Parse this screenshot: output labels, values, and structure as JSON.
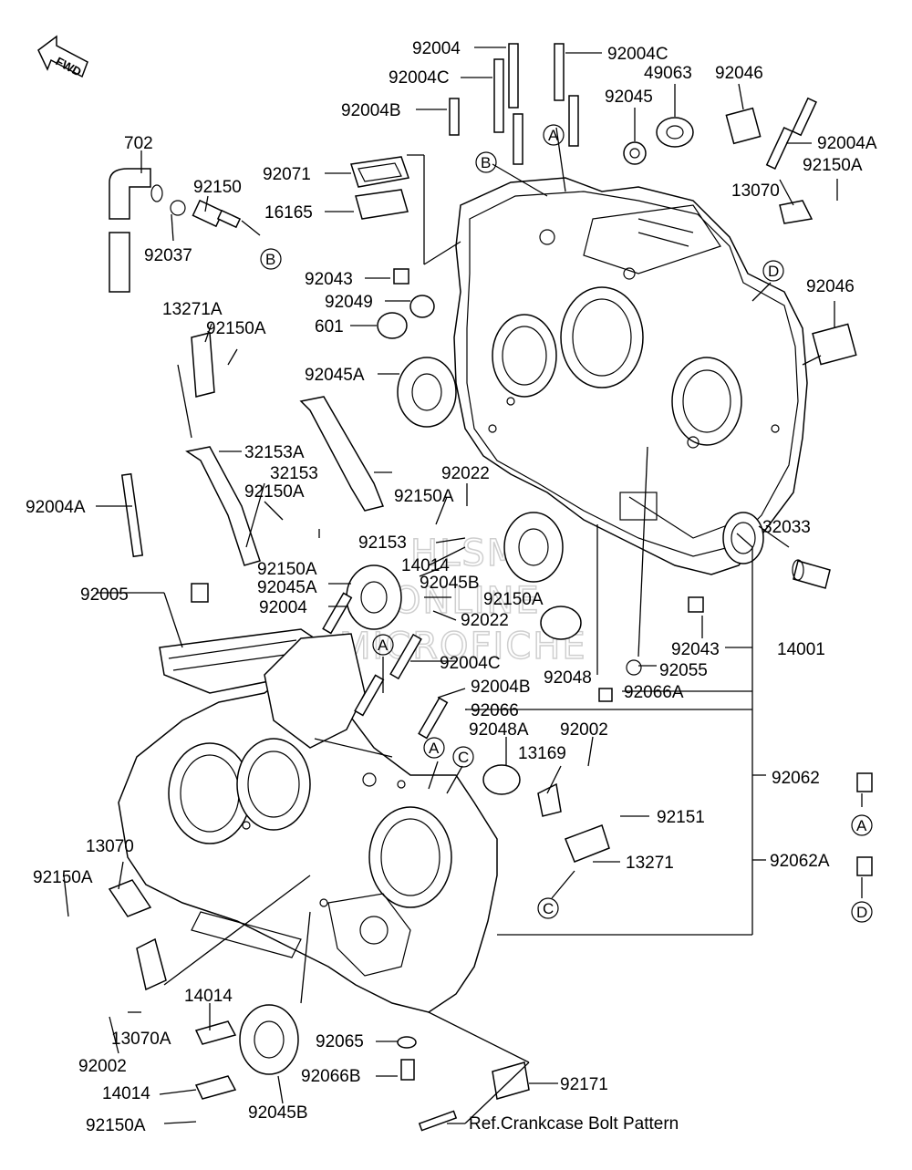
{
  "fwd_label": "FWD",
  "watermark": [
    "HLSM",
    "ONLINE",
    "MICROFICHE"
  ],
  "ref_label": "Ref.Crankcase Bolt Pattern",
  "circle_letters": {
    "A": "A",
    "B": "B",
    "C": "C",
    "D": "D"
  },
  "labels": {
    "p92004_top": "92004",
    "p92004C_top_r": "92004C",
    "p92004C_top_l": "92004C",
    "p49063": "49063",
    "p92046_top": "92046",
    "p92045_top": "92045",
    "p92004B_top": "92004B",
    "p92004A_top": "92004A",
    "p92150A_top": "92150A",
    "p702": "702",
    "p92150": "92150",
    "p92071": "92071",
    "p13070_top": "13070",
    "p16165": "16165",
    "p92037": "92037",
    "p92043_top": "92043",
    "p92049": "92049",
    "p601": "601",
    "p92046_mid": "92046",
    "p13271A": "13271A",
    "p92150A_a": "92150A",
    "p92045A_top": "92045A",
    "p32153A": "32153A",
    "p32153": "32153",
    "p92022_top": "92022",
    "p92150A_b": "92150A",
    "p92150A_c": "92150A",
    "p92004A_left": "92004A",
    "p92153": "92153",
    "p14014_mid": "14014",
    "p32033": "32033",
    "p92150A_d": "92150A",
    "p92045A_mid": "92045A",
    "p92045B_mid": "92045B",
    "p92005": "92005",
    "p92004_mid": "92004",
    "p92150A_e": "92150A",
    "p92022_mid": "92022",
    "p92043_mid": "92043",
    "p14001": "14001",
    "p92004C_mid": "92004C",
    "p92048": "92048",
    "p92055": "92055",
    "p92004B_mid": "92004B",
    "p92066A": "92066A",
    "p92066": "92066",
    "p92048A": "92048A",
    "p92002_top": "92002",
    "p13169": "13169",
    "p92062": "92062",
    "p92151": "92151",
    "p13070_left": "13070",
    "p13271": "13271",
    "p92062A": "92062A",
    "p92150A_f": "92150A",
    "p14014_a": "14014",
    "p13070A": "13070A",
    "p92002_bot": "92002",
    "p92065": "92065",
    "p92066B": "92066B",
    "p92171": "92171",
    "p14014_b": "14014",
    "p92045B_bot": "92045B",
    "p92150A_g": "92150A"
  }
}
